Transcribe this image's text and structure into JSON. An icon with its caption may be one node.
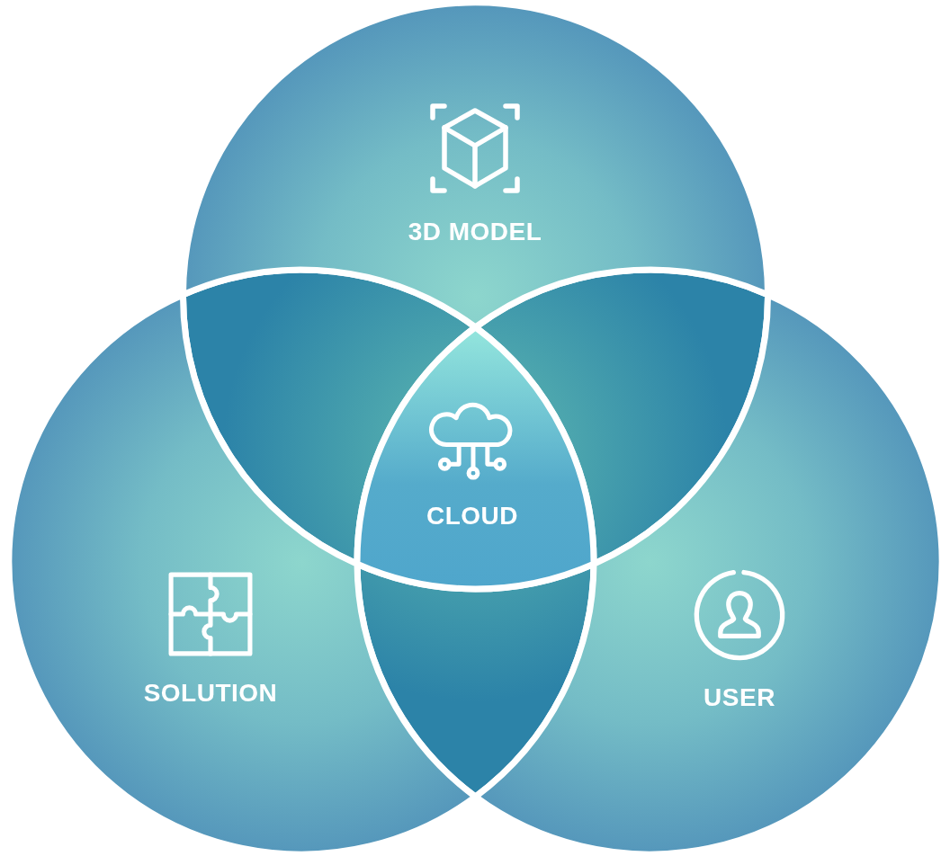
{
  "diagram": {
    "nodes": [
      {
        "text": [
          "3D MODEL"
        ]
      },
      {
        "text": [
          "CLOUD"
        ]
      },
      {
        "text": [
          "SOLUTION"
        ]
      },
      {
        "text": [
          "USER"
        ]
      }
    ]
  }
}
